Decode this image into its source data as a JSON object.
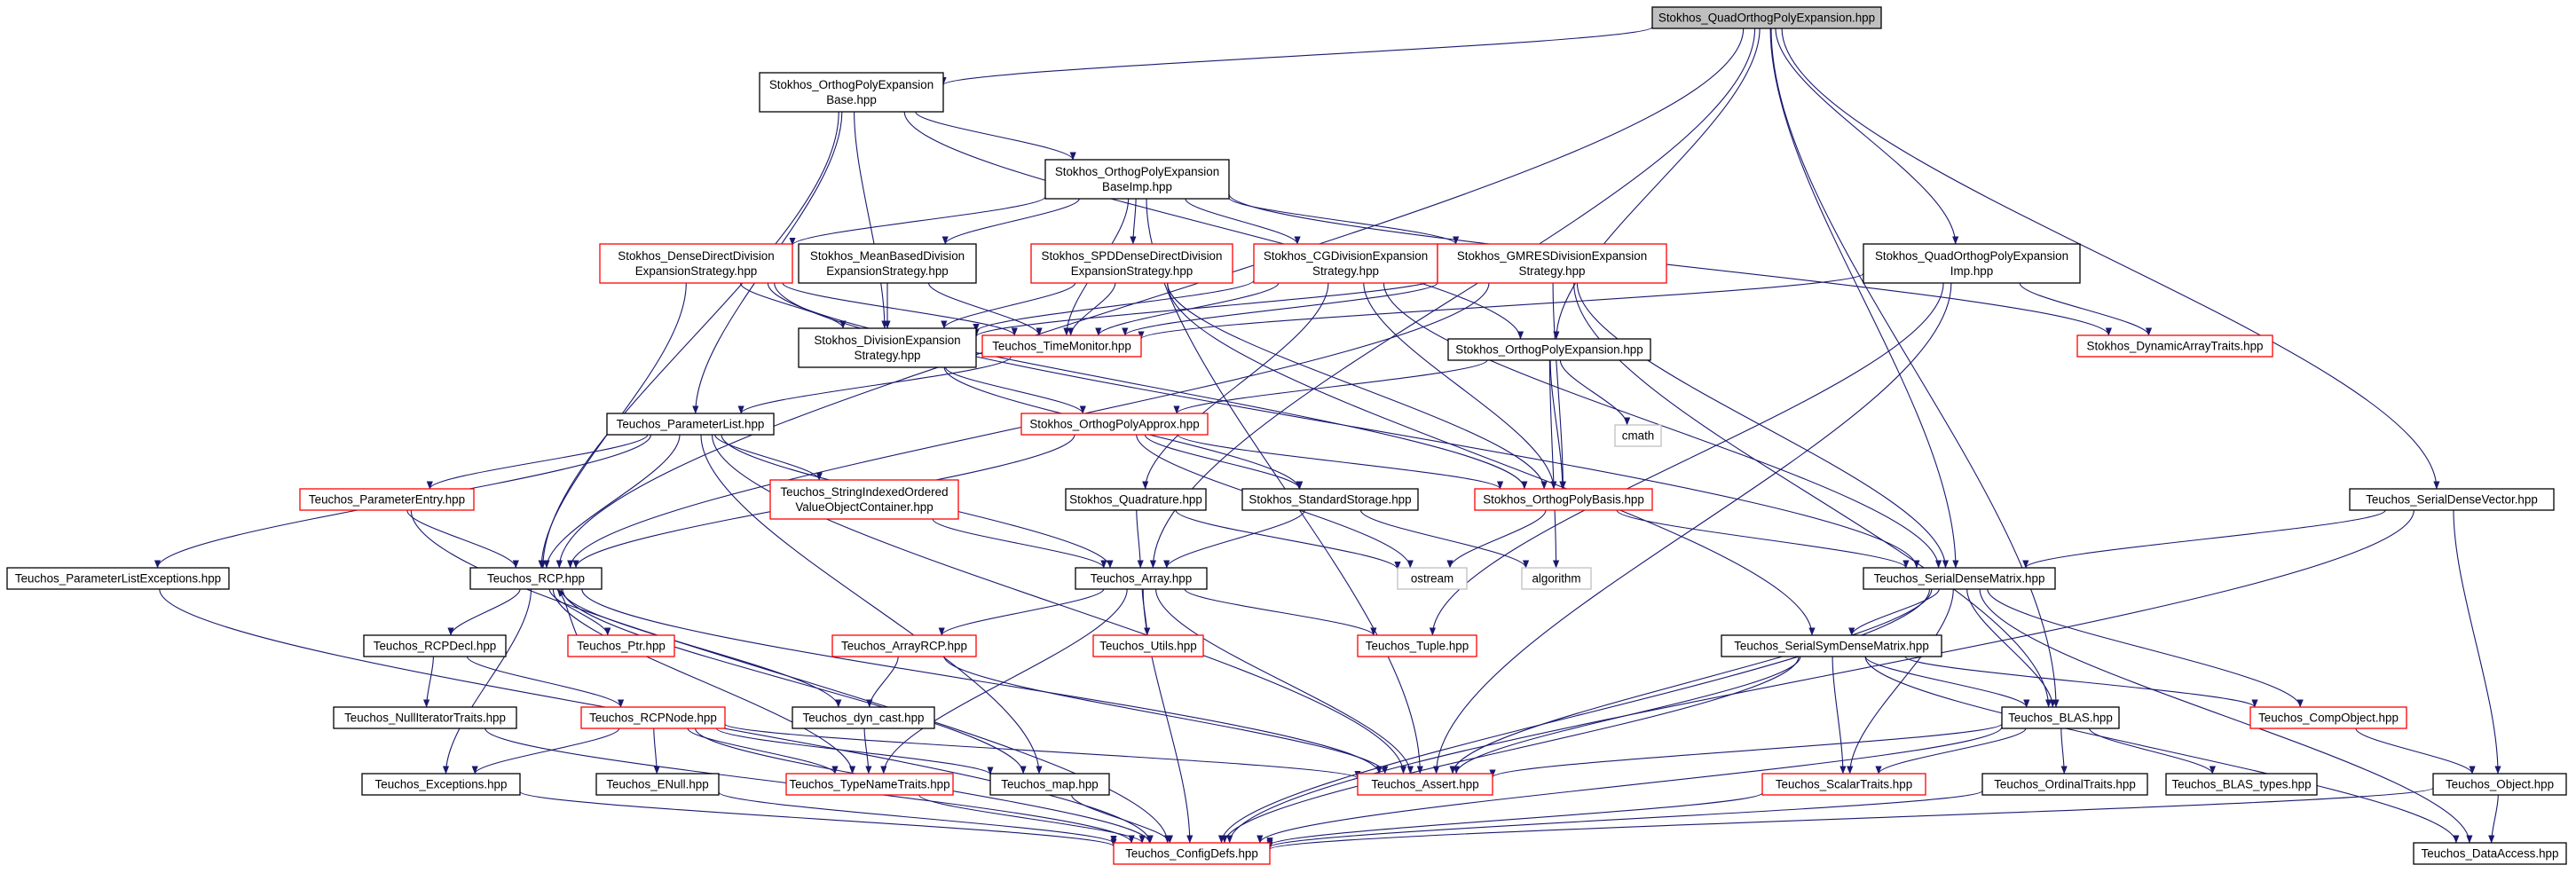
{
  "colors": {
    "root_fill": "#bfbfbf",
    "node_fill": "#ffffff",
    "border_black": "#000000",
    "border_red": "#ff0000",
    "border_gray": "#bfbfbf",
    "edge": "#191970"
  },
  "nodes": [
    {
      "id": "root",
      "lines": [
        "Stokhos_QuadOrthogPolyExpansion.hpp"
      ],
      "style": "root"
    },
    {
      "id": "opeb",
      "lines": [
        "Stokhos_OrthogPolyExpansion",
        "Base.hpp"
      ],
      "style": "black"
    },
    {
      "id": "opebi",
      "lines": [
        "Stokhos_OrthogPolyExpansion",
        "BaseImp.hpp"
      ],
      "style": "black"
    },
    {
      "id": "dense",
      "lines": [
        "Stokhos_DenseDirectDivision",
        "ExpansionStrategy.hpp"
      ],
      "style": "red"
    },
    {
      "id": "mean",
      "lines": [
        "Stokhos_MeanBasedDivision",
        "ExpansionStrategy.hpp"
      ],
      "style": "black"
    },
    {
      "id": "spd",
      "lines": [
        "Stokhos_SPDDenseDirectDivision",
        "ExpansionStrategy.hpp"
      ],
      "style": "red"
    },
    {
      "id": "cg",
      "lines": [
        "Stokhos_CGDivisionExpansion",
        "Strategy.hpp"
      ],
      "style": "red"
    },
    {
      "id": "gmres",
      "lines": [
        "Stokhos_GMRESDivisionExpansion",
        "Strategy.hpp"
      ],
      "style": "red"
    },
    {
      "id": "qopei",
      "lines": [
        "Stokhos_QuadOrthogPolyExpansion",
        "Imp.hpp"
      ],
      "style": "black"
    },
    {
      "id": "des",
      "lines": [
        "Stokhos_DivisionExpansion",
        "Strategy.hpp"
      ],
      "style": "black"
    },
    {
      "id": "timemon",
      "lines": [
        "Teuchos_TimeMonitor.hpp"
      ],
      "style": "red"
    },
    {
      "id": "ope",
      "lines": [
        "Stokhos_OrthogPolyExpansion.hpp"
      ],
      "style": "black"
    },
    {
      "id": "dat",
      "lines": [
        "Stokhos_DynamicArrayTraits.hpp"
      ],
      "style": "red"
    },
    {
      "id": "cmath",
      "lines": [
        "cmath"
      ],
      "style": "gray"
    },
    {
      "id": "plist",
      "lines": [
        "Teuchos_ParameterList.hpp"
      ],
      "style": "black"
    },
    {
      "id": "opa",
      "lines": [
        "Stokhos_OrthogPolyApprox.hpp"
      ],
      "style": "red"
    },
    {
      "id": "pentry",
      "lines": [
        "Teuchos_ParameterEntry.hpp"
      ],
      "style": "red"
    },
    {
      "id": "sio",
      "lines": [
        "Teuchos_StringIndexedOrdered",
        "ValueObjectContainer.hpp"
      ],
      "style": "red"
    },
    {
      "id": "quad",
      "lines": [
        "Stokhos_Quadrature.hpp"
      ],
      "style": "black"
    },
    {
      "id": "stdstor",
      "lines": [
        "Stokhos_StandardStorage.hpp"
      ],
      "style": "black"
    },
    {
      "id": "opb",
      "lines": [
        "Stokhos_OrthogPolyBasis.hpp"
      ],
      "style": "red"
    },
    {
      "id": "sdv",
      "lines": [
        "Teuchos_SerialDenseVector.hpp"
      ],
      "style": "black"
    },
    {
      "id": "ple",
      "lines": [
        "Teuchos_ParameterListExceptions.hpp"
      ],
      "style": "black"
    },
    {
      "id": "rcp",
      "lines": [
        "Teuchos_RCP.hpp"
      ],
      "style": "black"
    },
    {
      "id": "array",
      "lines": [
        "Teuchos_Array.hpp"
      ],
      "style": "black"
    },
    {
      "id": "ostream",
      "lines": [
        "ostream"
      ],
      "style": "gray"
    },
    {
      "id": "algorithm",
      "lines": [
        "algorithm"
      ],
      "style": "gray"
    },
    {
      "id": "sdm",
      "lines": [
        "Teuchos_SerialDenseMatrix.hpp"
      ],
      "style": "black"
    },
    {
      "id": "rcpdecl",
      "lines": [
        "Teuchos_RCPDecl.hpp"
      ],
      "style": "black"
    },
    {
      "id": "ptr",
      "lines": [
        "Teuchos_Ptr.hpp"
      ],
      "style": "red"
    },
    {
      "id": "arcp",
      "lines": [
        "Teuchos_ArrayRCP.hpp"
      ],
      "style": "red"
    },
    {
      "id": "utils",
      "lines": [
        "Teuchos_Utils.hpp"
      ],
      "style": "red"
    },
    {
      "id": "tuple",
      "lines": [
        "Teuchos_Tuple.hpp"
      ],
      "style": "red"
    },
    {
      "id": "ssdm",
      "lines": [
        "Teuchos_SerialSymDenseMatrix.hpp"
      ],
      "style": "black"
    },
    {
      "id": "nullit",
      "lines": [
        "Teuchos_NullIteratorTraits.hpp"
      ],
      "style": "black"
    },
    {
      "id": "rcpnode",
      "lines": [
        "Teuchos_RCPNode.hpp"
      ],
      "style": "red"
    },
    {
      "id": "dyncast",
      "lines": [
        "Teuchos_dyn_cast.hpp"
      ],
      "style": "black"
    },
    {
      "id": "blas",
      "lines": [
        "Teuchos_BLAS.hpp"
      ],
      "style": "black"
    },
    {
      "id": "compobj",
      "lines": [
        "Teuchos_CompObject.hpp"
      ],
      "style": "red"
    },
    {
      "id": "exc",
      "lines": [
        "Teuchos_Exceptions.hpp"
      ],
      "style": "black"
    },
    {
      "id": "enull",
      "lines": [
        "Teuchos_ENull.hpp"
      ],
      "style": "black"
    },
    {
      "id": "tnt",
      "lines": [
        "Teuchos_TypeNameTraits.hpp"
      ],
      "style": "red"
    },
    {
      "id": "map",
      "lines": [
        "Teuchos_map.hpp"
      ],
      "style": "black"
    },
    {
      "id": "assert",
      "lines": [
        "Teuchos_Assert.hpp"
      ],
      "style": "red"
    },
    {
      "id": "scalar",
      "lines": [
        "Teuchos_ScalarTraits.hpp"
      ],
      "style": "red"
    },
    {
      "id": "ordinal",
      "lines": [
        "Teuchos_OrdinalTraits.hpp"
      ],
      "style": "black"
    },
    {
      "id": "blastypes",
      "lines": [
        "Teuchos_BLAS_types.hpp"
      ],
      "style": "black"
    },
    {
      "id": "object",
      "lines": [
        "Teuchos_Object.hpp"
      ],
      "style": "black"
    },
    {
      "id": "config",
      "lines": [
        "Teuchos_ConfigDefs.hpp"
      ],
      "style": "red"
    },
    {
      "id": "dataacc",
      "lines": [
        "Teuchos_DataAccess.hpp"
      ],
      "style": "black"
    }
  ],
  "edges": [
    [
      "root",
      "opeb"
    ],
    [
      "root",
      "qopei"
    ],
    [
      "root",
      "rcp"
    ],
    [
      "root",
      "array"
    ],
    [
      "root",
      "sdm"
    ],
    [
      "root",
      "blas"
    ],
    [
      "root",
      "sdv"
    ],
    [
      "root",
      "ope"
    ],
    [
      "opeb",
      "opebi"
    ],
    [
      "opeb",
      "rcp"
    ],
    [
      "opeb",
      "des"
    ],
    [
      "opeb",
      "plist"
    ],
    [
      "opeb",
      "ope"
    ],
    [
      "opebi",
      "dense"
    ],
    [
      "opebi",
      "mean"
    ],
    [
      "opebi",
      "spd"
    ],
    [
      "opebi",
      "cg"
    ],
    [
      "opebi",
      "gmres"
    ],
    [
      "opebi",
      "timemon"
    ],
    [
      "opebi",
      "assert"
    ],
    [
      "opebi",
      "dat"
    ],
    [
      "dense",
      "des"
    ],
    [
      "dense",
      "rcp"
    ],
    [
      "dense",
      "timemon"
    ],
    [
      "dense",
      "sdm"
    ],
    [
      "dense",
      "opb"
    ],
    [
      "mean",
      "des"
    ],
    [
      "mean",
      "timemon"
    ],
    [
      "spd",
      "des"
    ],
    [
      "spd",
      "timemon"
    ],
    [
      "spd",
      "opb"
    ],
    [
      "spd",
      "ssdm"
    ],
    [
      "cg",
      "des"
    ],
    [
      "cg",
      "timemon"
    ],
    [
      "cg",
      "opb"
    ],
    [
      "cg",
      "sdm"
    ],
    [
      "cg",
      "quad"
    ],
    [
      "gmres",
      "des"
    ],
    [
      "gmres",
      "timemon"
    ],
    [
      "gmres",
      "opb"
    ],
    [
      "gmres",
      "sdm"
    ],
    [
      "gmres",
      "blas"
    ],
    [
      "gmres",
      "rcp"
    ],
    [
      "qopei",
      "timemon"
    ],
    [
      "qopei",
      "dat"
    ],
    [
      "qopei",
      "assert"
    ],
    [
      "qopei",
      "tuple"
    ],
    [
      "des",
      "stdstor"
    ],
    [
      "des",
      "opa"
    ],
    [
      "timemon",
      "plist"
    ],
    [
      "ope",
      "opa"
    ],
    [
      "ope",
      "opb"
    ],
    [
      "ope",
      "cmath"
    ],
    [
      "ope",
      "algorithm"
    ],
    [
      "plist",
      "rcp"
    ],
    [
      "plist",
      "pentry"
    ],
    [
      "plist",
      "sio"
    ],
    [
      "plist",
      "ple"
    ],
    [
      "plist",
      "array"
    ],
    [
      "plist",
      "assert"
    ],
    [
      "plist",
      "map"
    ],
    [
      "opa",
      "rcp"
    ],
    [
      "opa",
      "opb"
    ],
    [
      "opa",
      "ostream"
    ],
    [
      "opa",
      "stdstor"
    ],
    [
      "pentry",
      "rcp"
    ],
    [
      "pentry",
      "config"
    ],
    [
      "sio",
      "array"
    ],
    [
      "quad",
      "array"
    ],
    [
      "quad",
      "ostream"
    ],
    [
      "stdstor",
      "array"
    ],
    [
      "stdstor",
      "algorithm"
    ],
    [
      "opb",
      "ostream"
    ],
    [
      "opb",
      "sdm"
    ],
    [
      "sdv",
      "sdm"
    ],
    [
      "sdv",
      "object"
    ],
    [
      "sdv",
      "config"
    ],
    [
      "ple",
      "config"
    ],
    [
      "rcp",
      "rcpdecl"
    ],
    [
      "rcp",
      "ptr"
    ],
    [
      "rcp",
      "assert"
    ],
    [
      "rcp",
      "exc"
    ],
    [
      "rcp",
      "dyncast"
    ],
    [
      "rcp",
      "map"
    ],
    [
      "rcp",
      "tnt"
    ],
    [
      "ptr",
      "rcp"
    ],
    [
      "array",
      "arcp"
    ],
    [
      "array",
      "utils"
    ],
    [
      "array",
      "tuple"
    ],
    [
      "array",
      "assert"
    ],
    [
      "array",
      "tnt"
    ],
    [
      "array",
      "config"
    ],
    [
      "sdm",
      "ssdm"
    ],
    [
      "sdm",
      "blas"
    ],
    [
      "sdm",
      "compobj"
    ],
    [
      "sdm",
      "assert"
    ],
    [
      "sdm",
      "scalar"
    ],
    [
      "sdm",
      "dataacc"
    ],
    [
      "sdm",
      "config"
    ],
    [
      "rcpdecl",
      "nullit"
    ],
    [
      "rcpdecl",
      "rcpnode"
    ],
    [
      "arcp",
      "dyncast"
    ],
    [
      "arcp",
      "assert"
    ],
    [
      "ssdm",
      "blas"
    ],
    [
      "ssdm",
      "compobj"
    ],
    [
      "ssdm",
      "assert"
    ],
    [
      "ssdm",
      "scalar"
    ],
    [
      "ssdm",
      "config"
    ],
    [
      "ssdm",
      "dataacc"
    ],
    [
      "nullit",
      "config"
    ],
    [
      "rcpnode",
      "exc"
    ],
    [
      "rcpnode",
      "enull"
    ],
    [
      "rcpnode",
      "tnt"
    ],
    [
      "rcpnode",
      "map"
    ],
    [
      "rcpnode",
      "assert"
    ],
    [
      "rcpnode",
      "config"
    ],
    [
      "dyncast",
      "tnt"
    ],
    [
      "blas",
      "assert"
    ],
    [
      "blas",
      "scalar"
    ],
    [
      "blas",
      "ordinal"
    ],
    [
      "blas",
      "blastypes"
    ],
    [
      "blas",
      "config"
    ],
    [
      "compobj",
      "object"
    ],
    [
      "exc",
      "config"
    ],
    [
      "enull",
      "config"
    ],
    [
      "tnt",
      "config"
    ],
    [
      "map",
      "config"
    ],
    [
      "scalar",
      "config"
    ],
    [
      "ordinal",
      "config"
    ],
    [
      "object",
      "config"
    ],
    [
      "object",
      "dataacc"
    ]
  ]
}
